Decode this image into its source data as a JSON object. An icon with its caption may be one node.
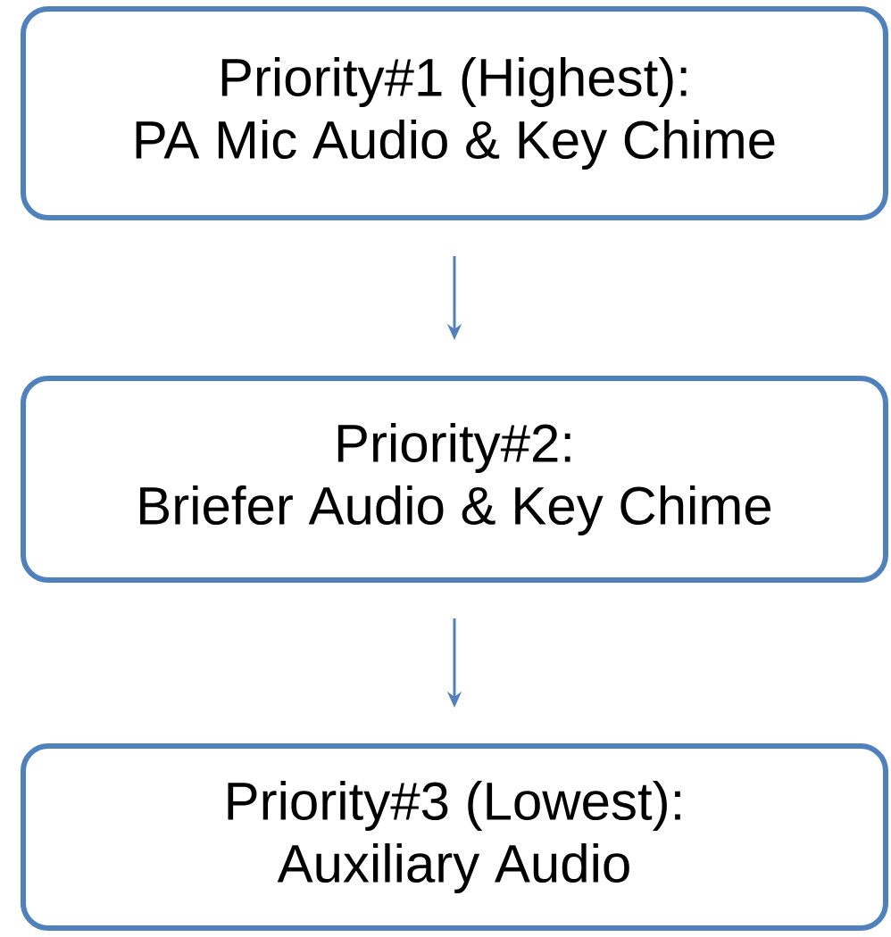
{
  "diagram": {
    "nodes": [
      {
        "text": [
          "Priority#1 (Highest):",
          "PA Mic Audio & Key Chime"
        ]
      },
      {
        "text": [
          "Priority#2:",
          "Briefer Audio & Key Chime"
        ]
      },
      {
        "text": [
          "Priority#3 (Lowest):",
          "Auxiliary Audio"
        ]
      }
    ],
    "edges": [
      {
        "from": 0,
        "to": 1,
        "arrow": "to"
      },
      {
        "from": 1,
        "to": 2,
        "arrow": "to"
      }
    ]
  }
}
